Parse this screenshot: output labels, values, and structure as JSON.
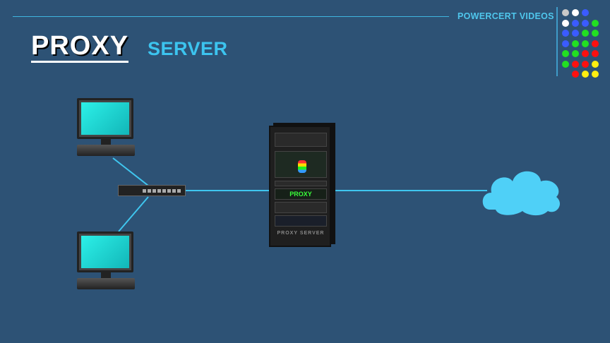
{
  "header": {
    "title_main": "PROXY",
    "title_sub": "SERVER",
    "brand": "POWERCERT VIDEOS"
  },
  "logo_dots": [
    "#c8c8c8",
    "#ffffff",
    "#3b5bff",
    "",
    "#ffffff",
    "#3b5bff",
    "#3b5bff",
    "#22e022",
    "#3b5bff",
    "#3b5bff",
    "#22e022",
    "#22e022",
    "#3b5bff",
    "#22e022",
    "#22e022",
    "#ff1010",
    "#22e022",
    "#22e022",
    "#ff1010",
    "#ff1010",
    "#22e022",
    "#ff1010",
    "#ff1010",
    "#ffee10",
    "",
    "#ff1010",
    "#ffee10",
    "#ffee10"
  ],
  "server": {
    "display_label": "PROXY",
    "nameplate": "PROXY SERVER"
  },
  "colors": {
    "background": "#2d5275",
    "link": "#3fc6ef",
    "cloud": "#4fd0f7"
  }
}
